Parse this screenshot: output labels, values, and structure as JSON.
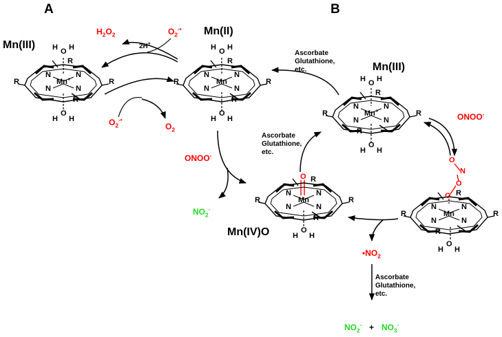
{
  "panels": {
    "a": "A",
    "b": "B"
  },
  "colors": {
    "text": "#000000",
    "oxidant": "#ff0000",
    "product": "#22d822"
  },
  "icons": {
    "porphyrin": "manganese-porphyrin-structure-icon",
    "arrow": "reaction-arrow-icon"
  },
  "species": {
    "mn3_a": "Mn(III)",
    "mn2": "Mn(II)",
    "mn3_b": "Mn(III)",
    "mn4o": "Mn(IV)O"
  },
  "atoms": {
    "metal": "Mn",
    "nitrogen": "N",
    "oxygen": "O",
    "hydrogen": "H",
    "substituent": "R",
    "plus": "+"
  },
  "reagents": {
    "h2o2": {
      "base": "H",
      "sub": "2",
      "mid": "O",
      "sub2": "2"
    },
    "two_h": {
      "base": "2H",
      "sup": "+"
    },
    "superoxide_top": {
      "base": "O",
      "sub": "2",
      "sup": "-•"
    },
    "superoxide_bottom": {
      "base": "O",
      "sub": "2",
      "sup": "-•"
    },
    "o2": {
      "base": "O",
      "sub": "2"
    },
    "onoo_a": {
      "base": "ONOO",
      "sup": "-"
    },
    "onoo_b": {
      "base": "ONOO",
      "sup": "-"
    },
    "nitrite_a": {
      "base": "NO",
      "sub": "2",
      "sup": "-"
    },
    "no2_radical": {
      "base": "•NO",
      "sub": "2"
    },
    "nitrite_b": {
      "base": "NO",
      "sub": "2",
      "sup": "-"
    },
    "plus_sign": "+",
    "nitrate": {
      "base": "NO",
      "sub": "3",
      "sup": "-"
    }
  },
  "reductants": {
    "r1": [
      "Ascorbate",
      "Glutathione,",
      "etc."
    ],
    "r2": [
      "Ascorbate",
      "Glutathione,",
      "etc."
    ],
    "r3": [
      "Ascorbate",
      "Glutathione,",
      "etc."
    ]
  }
}
